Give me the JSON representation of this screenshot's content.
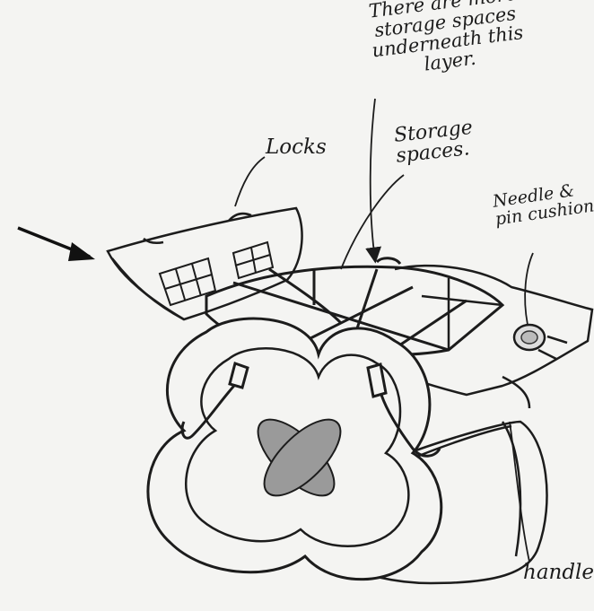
{
  "annotations": {
    "underneath": "There are more\nstorage spaces\nunderneath this\nlayer.",
    "locks": "Locks",
    "storage": "Storage\nspaces.",
    "needle": "Needle &\npin cushion",
    "handles": "handles"
  },
  "colors": {
    "ink": "#1c1c1c",
    "paper": "#f4f4f2",
    "cushion_fill": "#9a9a9a"
  },
  "icons": {
    "pointer": "arrow-right-down-icon"
  }
}
